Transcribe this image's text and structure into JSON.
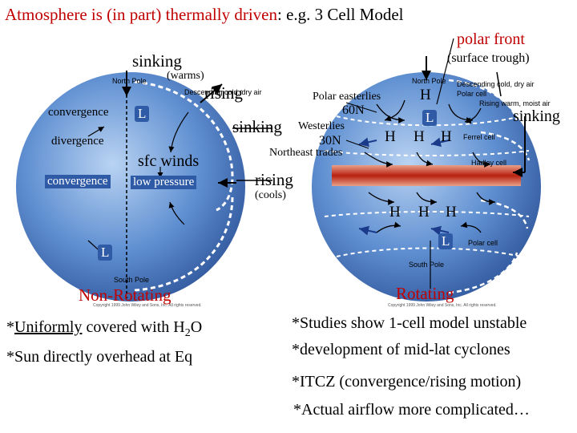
{
  "title": {
    "main": "Atmosphere is (in part) thermally driven",
    "rest": ": e.g. 3 Cell Model"
  },
  "labels": {
    "polar_front": "polar front",
    "surface_trough": "(surface trough)",
    "sinking_left": "sinking",
    "warms": "(warms)",
    "rising_top": "rising",
    "convergence_top": "convergence",
    "L_left_top": "L",
    "divergence": "divergence",
    "sfc_winds": "sfc winds",
    "convergence_bottom": "convergence",
    "low_pressure": "low pressure",
    "L_left_bottom": "L",
    "polar_easterlies": "Polar easterlies",
    "lat_60": "60N",
    "sinking_mid": "sinking",
    "westerlies": "Westerlies",
    "lat_30": "30N",
    "northeast_trades": "Northeast trades",
    "rising_mid": "rising",
    "cools": "(cools)",
    "H_top": "H",
    "L_right_top": "L",
    "H_row1": [
      "H",
      "H",
      "H"
    ],
    "sinking_right": "sinking",
    "H_row2": [
      "H",
      "H",
      "H"
    ],
    "L_right_bottom": "L",
    "non_rotating": "Non-Rotating",
    "rotating": "Rotating"
  },
  "globe_labels": {
    "north_pole": "North Pole",
    "south_pole": "South Pole",
    "descending_cold_dry_air": "Descending cold, dry air",
    "rising_warm_moist_air": "Rising warm, moist air",
    "polar_cell": "Polar cell",
    "ferrel_cell": "Ferrel cell",
    "hadley_cell": "Hadley cell",
    "copyright": "Copyright 1999 John Wiley and Sons, Inc. All rights reserved."
  },
  "left_notes": {
    "uniform_prefix": "*",
    "uniform_word": "Uniformly",
    "uniform_rest": " covered with H",
    "uniform_sub": "2",
    "uniform_end": "O",
    "sun": "*Sun directly overhead at Eq"
  },
  "right_notes": [
    "*Studies show 1-cell model unstable",
    "*development of mid-lat cyclones",
    "*ITCZ (convergence/rising motion)",
    "*Actual airflow more complicated…"
  ],
  "colors": {
    "title_red": "#c00000",
    "globe_blue": "#3d6fb8",
    "equator_red": "#c0301a",
    "label_box": "#2f5aa6"
  }
}
